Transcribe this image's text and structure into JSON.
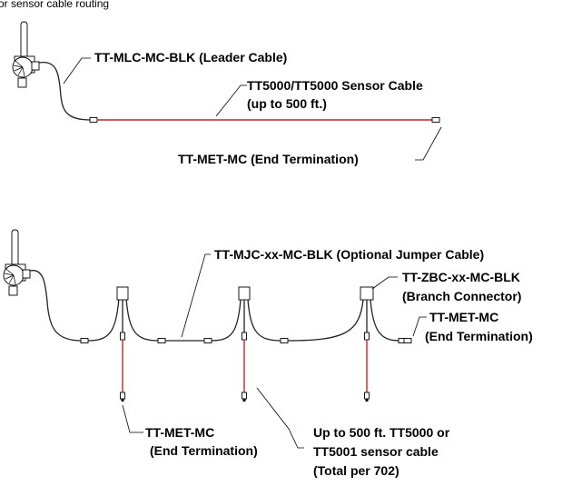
{
  "header": {
    "cut_text": "or sensor cable routing"
  },
  "top_diagram": {
    "leader_cable": "TT-MLC-MC-BLK (Leader Cable)",
    "sensor_cable_line1": "TT5000/TT5000 Sensor Cable",
    "sensor_cable_line2": "(up to 500 ft.)",
    "end_termination": "TT-MET-MC (End Termination)"
  },
  "bottom_diagram": {
    "jumper_cable": "TT-MJC-xx-MC-BLK (Optional Jumper Cable)",
    "branch_connector_line1": "TT-ZBC-xx-MC-BLK",
    "branch_connector_line2": "(Branch Connector)",
    "right_end_line1": "TT-MET-MC",
    "right_end_line2": "(End Termination)",
    "bottom_end_line1": "TT-MET-MC",
    "bottom_end_line2": "(End Termination)",
    "sensor_note_line1": "Up to 500 ft. TT5000 or",
    "sensor_note_line2": "TT5001 sensor cable",
    "sensor_note_line3": "(Total per 702)"
  },
  "colors": {
    "sensor_cable": "#d0212a",
    "cable": "#222222"
  }
}
